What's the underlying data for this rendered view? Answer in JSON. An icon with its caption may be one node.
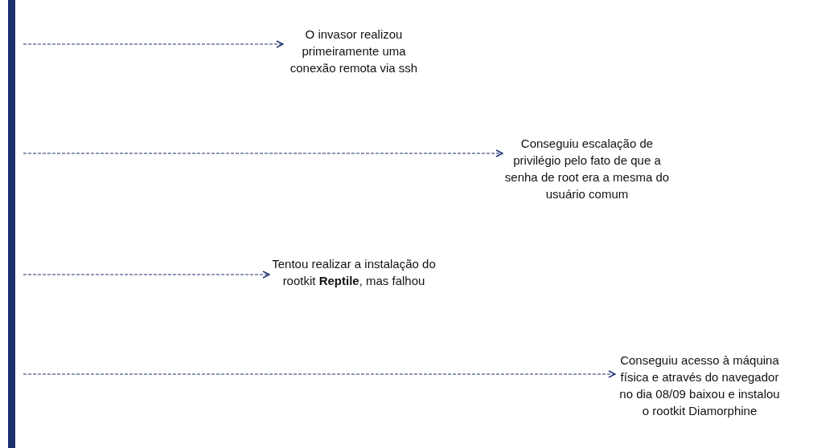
{
  "diagram": {
    "nodes": [
      {
        "text": [],
        "shape": "bar"
      },
      {
        "text": [
          "O invasor realizou primeiramente uma conexão remota via ssh"
        ]
      },
      {
        "text": [
          "Conseguiu escalação de privilégio pelo fato de que a senha de root era a mesma do usuário comum"
        ]
      },
      {
        "text": [
          "Tentou realizar a instalação do rootkit **Reptile**, mas falhou"
        ]
      },
      {
        "text": [
          "Conseguiu acesso à máquina física e através do navegador no dia 08/09 baixou e instalou o rootkit Diamorphine"
        ]
      }
    ],
    "edges": [
      {
        "from": 0,
        "to": 1,
        "arrow": "to",
        "style": "dashed"
      },
      {
        "from": 0,
        "to": 2,
        "arrow": "to",
        "style": "dashed"
      },
      {
        "from": 0,
        "to": 3,
        "arrow": "to",
        "style": "dashed"
      },
      {
        "from": 0,
        "to": 4,
        "arrow": "to",
        "style": "dashed"
      }
    ]
  }
}
